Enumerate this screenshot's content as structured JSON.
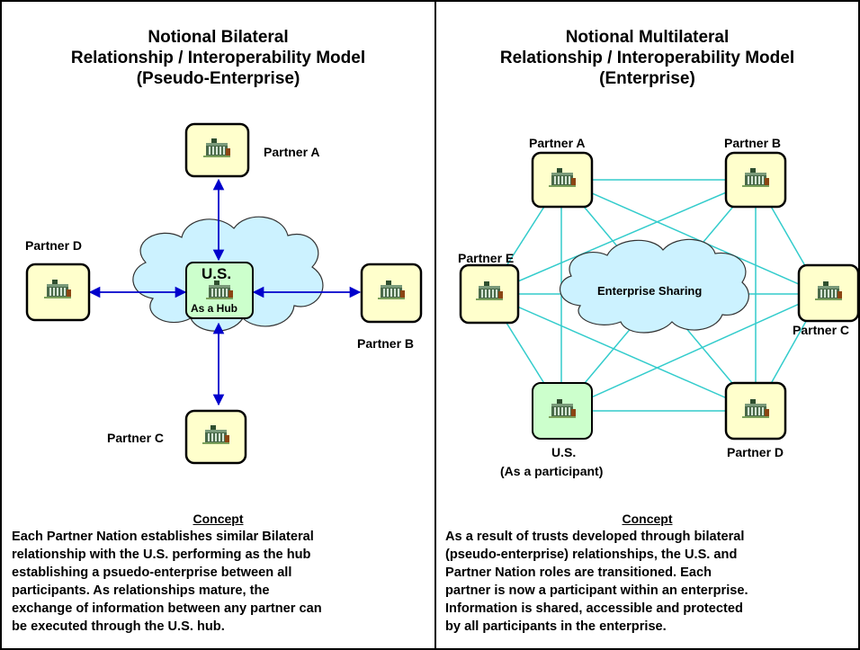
{
  "left": {
    "title_lines": [
      "Notional Bilateral",
      "Relationship / Interoperability Model",
      "(Pseudo-Enterprise)"
    ],
    "nodes": {
      "partner_a": "Partner A",
      "partner_b": "Partner B",
      "partner_c": "Partner C",
      "partner_d": "Partner D"
    },
    "hub_label": "U.S.",
    "hub_sublabel": "As a Hub",
    "concept_heading": "Concept",
    "concept_lines": [
      "Each Partner Nation establishes similar Bilateral",
      "relationship with the U.S. performing as the hub",
      "establishing a psuedo-enterprise between all",
      "participants. As relationships mature, the",
      "exchange of information between any partner can",
      "be executed through the U.S. hub."
    ]
  },
  "right": {
    "title_lines": [
      "Notional Multilateral",
      "Relationship / Interoperability Model",
      "(Enterprise)"
    ],
    "nodes": {
      "partner_a": "Partner A",
      "partner_b": "Partner B",
      "partner_c": "Partner C",
      "partner_d": "Partner D",
      "partner_e": "Partner E"
    },
    "us_label": "U.S.",
    "us_sublabel": "(As a participant)",
    "cloud_label": "Enterprise Sharing",
    "concept_heading": "Concept",
    "concept_lines": [
      "As a result of trusts developed through bilateral",
      "(pseudo-enterprise) relationships, the U.S. and",
      "Partner Nation roles are transitioned.  Each",
      "partner is now a participant within an enterprise.",
      "Information is shared, accessible and protected",
      "by all participants in the enterprise."
    ]
  },
  "colors": {
    "node_fill": "#ffffcc",
    "us_node_fill": "#ccffcc",
    "cloud_fill": "#ccf2ff",
    "arrow": "#0000cc",
    "mesh_line": "#33cccc",
    "building": "#2f4f2f"
  }
}
